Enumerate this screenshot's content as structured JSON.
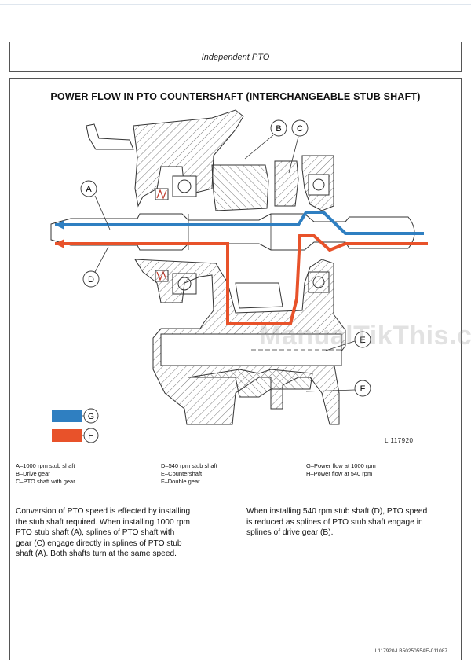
{
  "header": {
    "title": "Independent PTO"
  },
  "figure": {
    "title": "POWER FLOW IN PTO COUNTERSHAFT (INTERCHANGEABLE STUB SHAFT)",
    "code": "L 117920",
    "callouts": [
      "A",
      "B",
      "C",
      "D",
      "E",
      "F"
    ],
    "swatches": [
      {
        "letter": "G",
        "color": "#2f7fc1"
      },
      {
        "letter": "H",
        "color": "#e8522a"
      }
    ],
    "flow_colors": {
      "power_1000": "#2f7fc1",
      "power_540": "#e8522a"
    },
    "watermark": "ManualTikThis.com"
  },
  "legend": {
    "col1": [
      "A–1000 rpm stub shaft",
      "B–Drive gear",
      "C–PTO shaft with gear"
    ],
    "col2": [
      "D–540 rpm stub shaft",
      "E–Countershaft",
      "F–Double gear"
    ],
    "col3": [
      "G–Power flow at 1000 rpm",
      "H–Power flow at 540 rpm"
    ]
  },
  "text": {
    "para1": [
      "Conversion of PTO speed is effected by installing",
      "the stub shaft required. When installing 1000 rpm",
      "PTO stub shaft (A), splines of PTO shaft with",
      "gear (C) engage directly in splines of PTO stub",
      "shaft (A). Both shafts turn at the same speed."
    ],
    "para2": [
      "When installing 540 rpm stub shaft (D), PTO speed",
      "is reduced as splines of PTO stub shaft engage in",
      "splines of drive gear (B)."
    ]
  },
  "footer": {
    "code": "L117920-LB5025055AE-011087"
  }
}
